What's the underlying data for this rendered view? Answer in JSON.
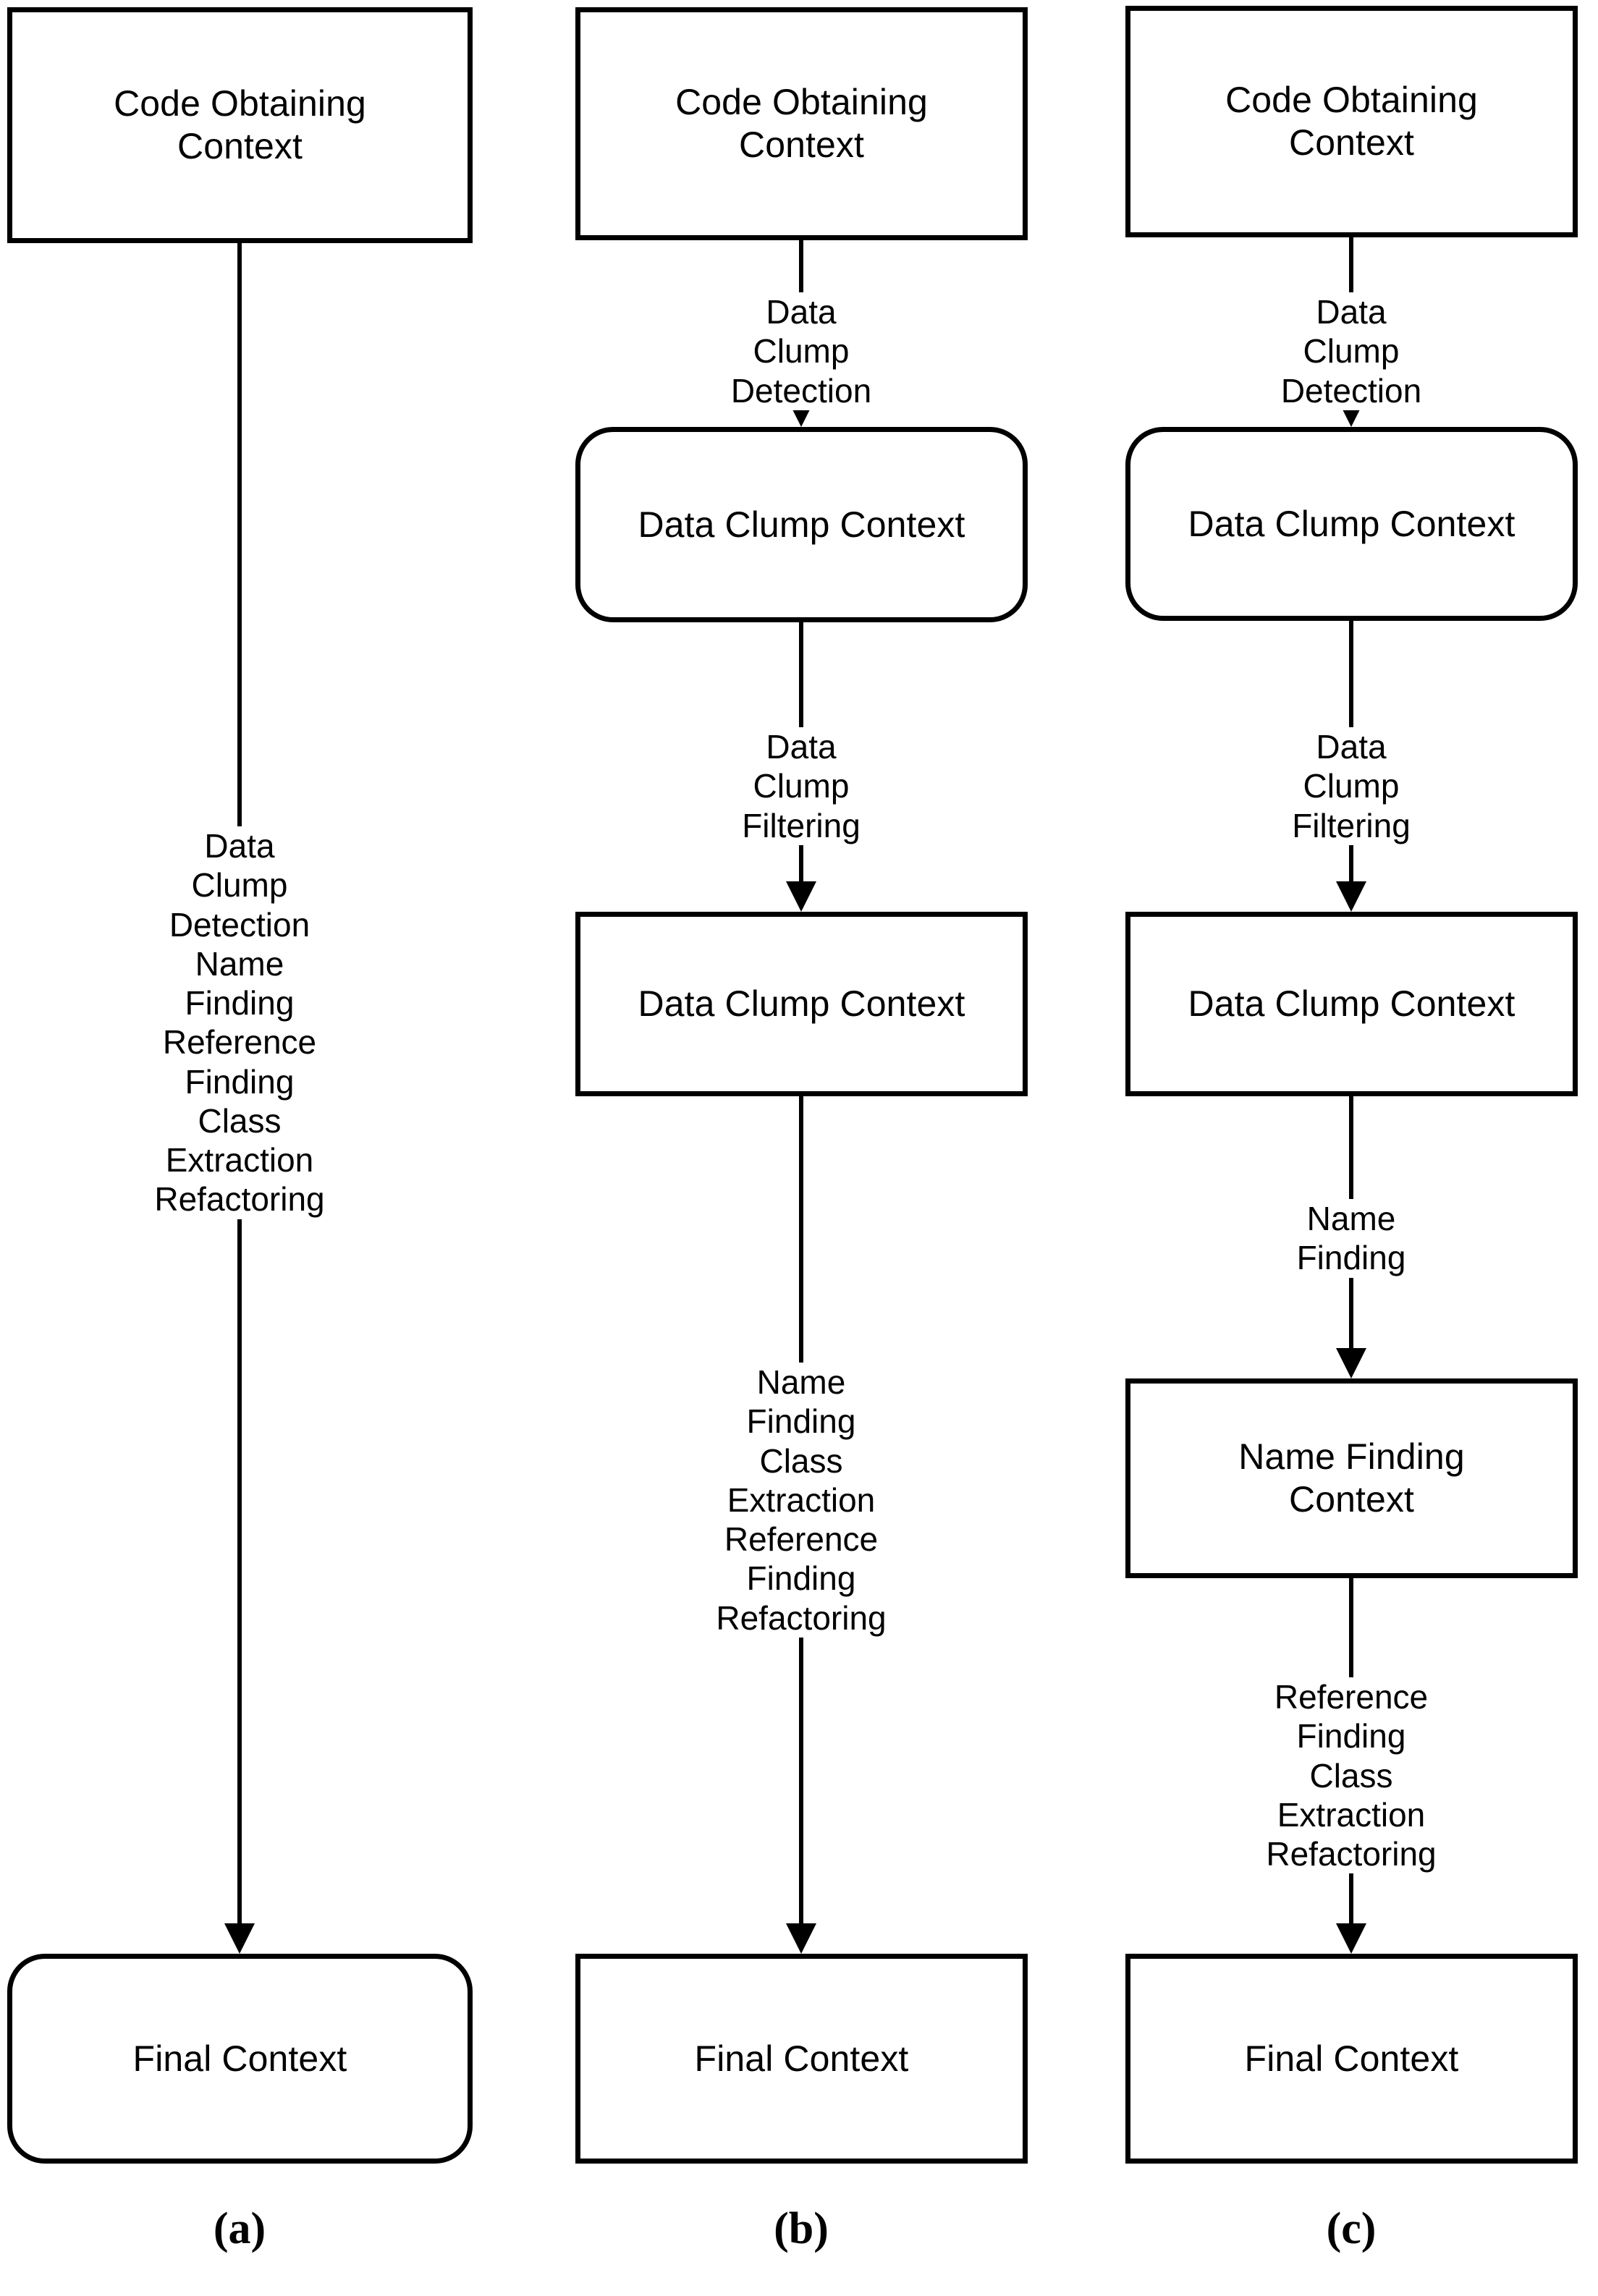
{
  "figure": {
    "kind": "flowchart-triptych",
    "background_color": "#ffffff",
    "stroke_color": "#000000"
  },
  "columns": [
    {
      "id": "a",
      "caption": "(a)",
      "nodes": [
        {
          "id": "a-code-obtaining-context",
          "label": "Code Obtaining\nContext",
          "shape": "rectangle"
        },
        {
          "id": "a-final-context",
          "label": "Final Context",
          "shape": "rounded-rectangle"
        }
      ],
      "edges": [
        {
          "id": "a-edge-1",
          "from": "a-code-obtaining-context",
          "to": "a-final-context",
          "label": "Data Clump Detection\nName Finding\nReference Finding\nClass Extraction\nRefactoring"
        }
      ]
    },
    {
      "id": "b",
      "caption": "(b)",
      "nodes": [
        {
          "id": "b-code-obtaining-context",
          "label": "Code Obtaining\nContext",
          "shape": "rectangle"
        },
        {
          "id": "b-data-clump-context-1",
          "label": "Data Clump Context",
          "shape": "rounded-rectangle"
        },
        {
          "id": "b-data-clump-context-2",
          "label": "Data Clump Context",
          "shape": "rectangle"
        },
        {
          "id": "b-final-context",
          "label": "Final Context",
          "shape": "rectangle"
        }
      ],
      "edges": [
        {
          "id": "b-edge-1",
          "from": "b-code-obtaining-context",
          "to": "b-data-clump-context-1",
          "label": "Data Clump Detection"
        },
        {
          "id": "b-edge-2",
          "from": "b-data-clump-context-1",
          "to": "b-data-clump-context-2",
          "label": "Data Clump Filtering"
        },
        {
          "id": "b-edge-3",
          "from": "b-data-clump-context-2",
          "to": "b-final-context",
          "label": "Name Finding\nClass Extraction\nReference Finding\nRefactoring"
        }
      ]
    },
    {
      "id": "c",
      "caption": "(c)",
      "nodes": [
        {
          "id": "c-code-obtaining-context",
          "label": "Code Obtaining\nContext",
          "shape": "rectangle"
        },
        {
          "id": "c-data-clump-context-1",
          "label": "Data Clump Context",
          "shape": "rounded-rectangle"
        },
        {
          "id": "c-data-clump-context-2",
          "label": "Data Clump Context",
          "shape": "rectangle"
        },
        {
          "id": "c-name-finding-context",
          "label": "Name Finding\nContext",
          "shape": "rectangle"
        },
        {
          "id": "c-final-context",
          "label": "Final Context",
          "shape": "rectangle"
        }
      ],
      "edges": [
        {
          "id": "c-edge-1",
          "from": "c-code-obtaining-context",
          "to": "c-data-clump-context-1",
          "label": "Data Clump Detection"
        },
        {
          "id": "c-edge-2",
          "from": "c-data-clump-context-1",
          "to": "c-data-clump-context-2",
          "label": "Data Clump Filtering"
        },
        {
          "id": "c-edge-3",
          "from": "c-data-clump-context-2",
          "to": "c-name-finding-context",
          "label": "Name Finding"
        },
        {
          "id": "c-edge-4",
          "from": "c-name-finding-context",
          "to": "c-final-context",
          "label": "Reference Finding\nClass Extraction\nRefactoring"
        }
      ]
    }
  ]
}
